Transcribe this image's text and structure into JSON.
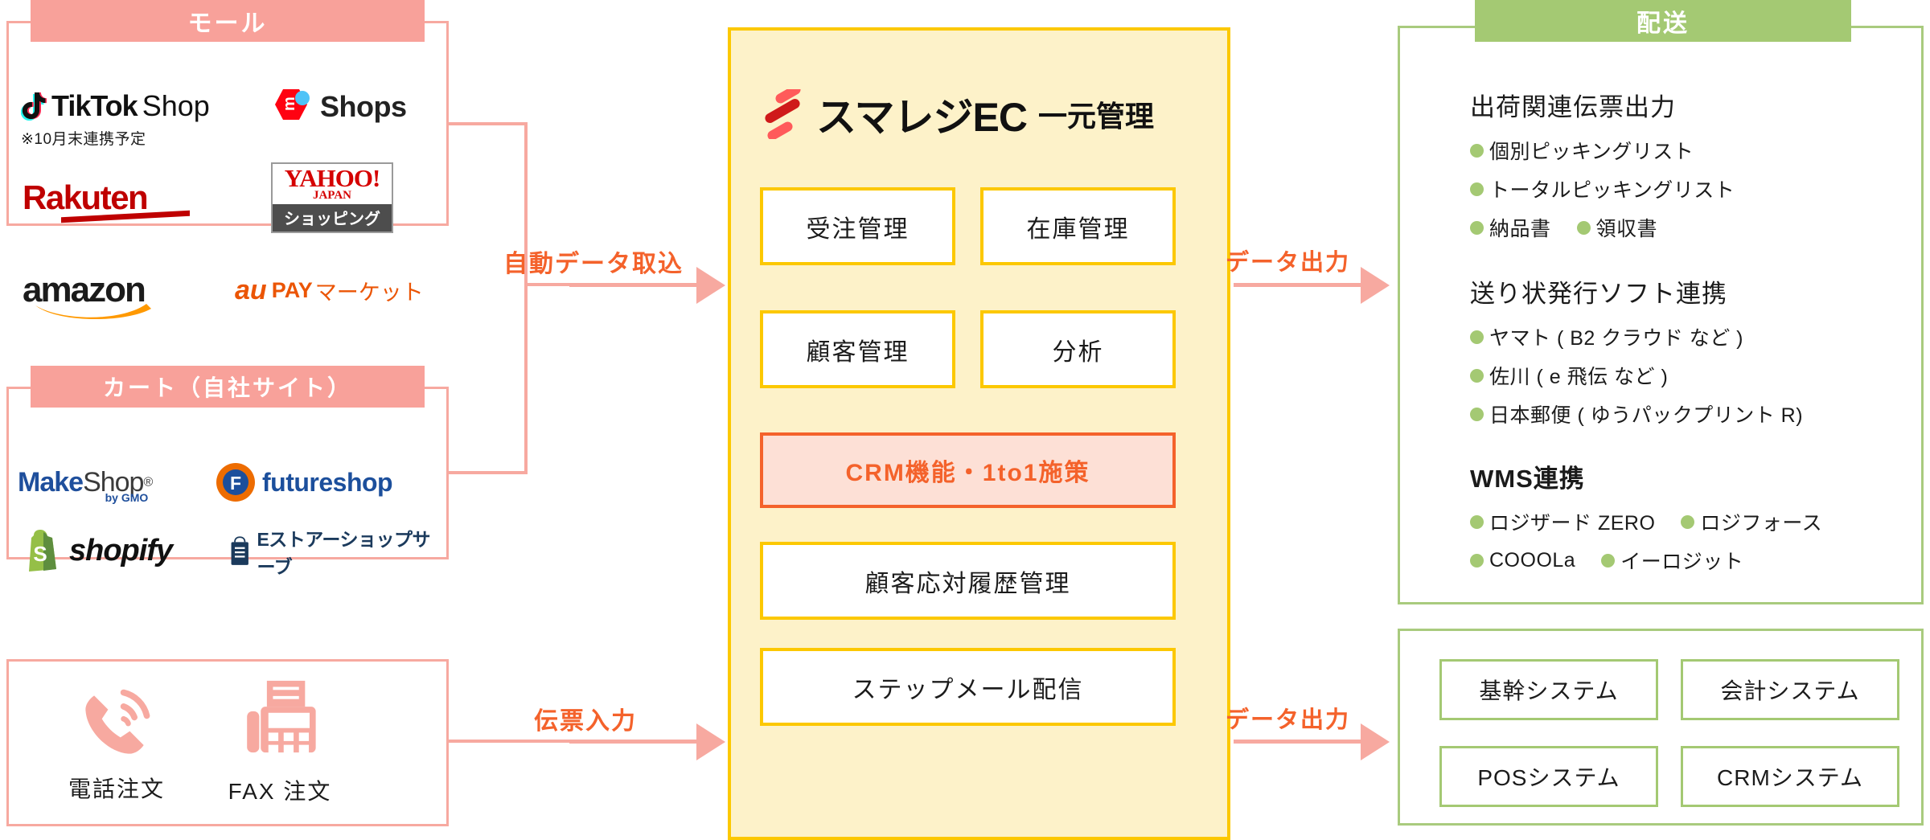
{
  "left": {
    "mall": {
      "header": "モール",
      "logos": [
        {
          "name": "tiktok-shop",
          "text": "TikTok Shop"
        },
        {
          "name": "mercari-shops",
          "text": "Shops"
        },
        {
          "name": "rakuten",
          "text": "Rakuten"
        },
        {
          "name": "yahoo-shopping",
          "text": "YAHOO! JAPAN ショッピング"
        },
        {
          "name": "amazon",
          "text": "amazon"
        },
        {
          "name": "au-pay-market",
          "text": "au PAY マーケット"
        }
      ],
      "tiktok_label": "TikTok",
      "tiktok_shop_label": "Shop",
      "note": "※10月末連携予定",
      "mercari_label": "Shops",
      "rakuten_label": "Rakuten",
      "yahoo_label": "YAHOO!",
      "yahoo_japan_label": "JAPAN",
      "yahoo_shopping_label": "ショッピング",
      "amazon_label": "amazon",
      "au_brand": "au",
      "au_pay": "PAY",
      "au_market": "マーケット"
    },
    "cart": {
      "header": "カート（自社サイト）",
      "makeshop_make": "Make",
      "makeshop_shop": "Shop",
      "makeshop_gmo": "by GMO",
      "futureshop_label": "futureshop",
      "futureshop_mark": "F",
      "shopify_label": "shopify",
      "shopify_mark": "S",
      "estore_label": "Eストアーショップサーブ"
    },
    "manual": {
      "phone_label": "電話注文",
      "fax_label": "FAX 注文"
    }
  },
  "arrows": {
    "auto_import": "自動データ取込",
    "slip_input": "伝票入力",
    "data_output_top": "データ出力",
    "data_output_bottom": "データ出力"
  },
  "center": {
    "brand_name": "スマレジEC",
    "brand_suffix": "一元管理",
    "modules": [
      {
        "label": "受注管理"
      },
      {
        "label": "在庫管理"
      },
      {
        "label": "顧客管理"
      },
      {
        "label": "分析"
      }
    ],
    "crm_label": "CRM機能・1to1施策",
    "history_label": "顧客応対履歴管理",
    "stepmail_label": "ステップメール配信"
  },
  "right": {
    "delivery": {
      "header": "配送",
      "groups": [
        {
          "title": "出荷関連伝票出力",
          "rows": [
            [
              "個別ピッキングリスト"
            ],
            [
              "トータルピッキングリスト"
            ],
            [
              "納品書",
              "領収書"
            ]
          ]
        },
        {
          "title": "送り状発行ソフト連携",
          "rows": [
            [
              "ヤマト ( B2 クラウド など )"
            ],
            [
              "佐川 ( e 飛伝 など )"
            ],
            [
              "日本郵便 ( ゆうパックプリント R)"
            ]
          ]
        },
        {
          "title": "WMS連携",
          "rows": [
            [
              "ロジザード ZERO",
              "ロジフォース"
            ],
            [
              "COOOLa",
              "イーロジット"
            ]
          ]
        }
      ]
    },
    "systems": [
      {
        "label": "基幹システム"
      },
      {
        "label": "会計システム"
      },
      {
        "label": "POSシステム"
      },
      {
        "label": "CRMシステム"
      }
    ]
  },
  "colors": {
    "pink": "#f7a9a0",
    "pink_header": "#f8a19a",
    "yellow_border": "#fcc800",
    "yellow_bg": "#fdf2c9",
    "orange": "#f4622b",
    "green": "#a4c973",
    "green_border": "#a9cb7e"
  }
}
